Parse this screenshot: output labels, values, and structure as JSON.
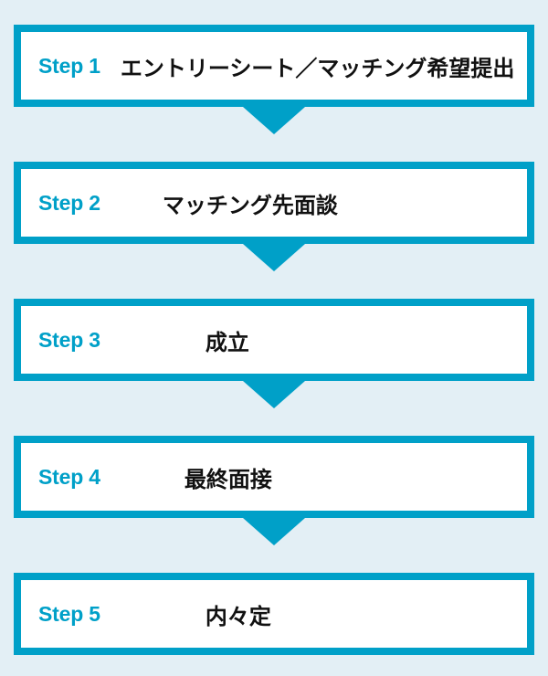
{
  "page": {
    "background_color": "#e3eff5",
    "accent_color": "#00a0c8",
    "box_background_color": "#ffffff",
    "text_color": "#111111"
  },
  "flow": {
    "connector_icon": "down-triangle-arrow-icon",
    "steps": [
      {
        "label": "Step 1",
        "text": "エントリーシート／マッチング希望提出",
        "has_arrow": true
      },
      {
        "label": "Step 2",
        "text": "マッチング先面談",
        "has_arrow": true
      },
      {
        "label": "Step 3",
        "text": "成立",
        "has_arrow": true
      },
      {
        "label": "Step 4",
        "text": "最終面接",
        "has_arrow": true
      },
      {
        "label": "Step 5",
        "text": "内々定",
        "has_arrow": false
      }
    ]
  }
}
